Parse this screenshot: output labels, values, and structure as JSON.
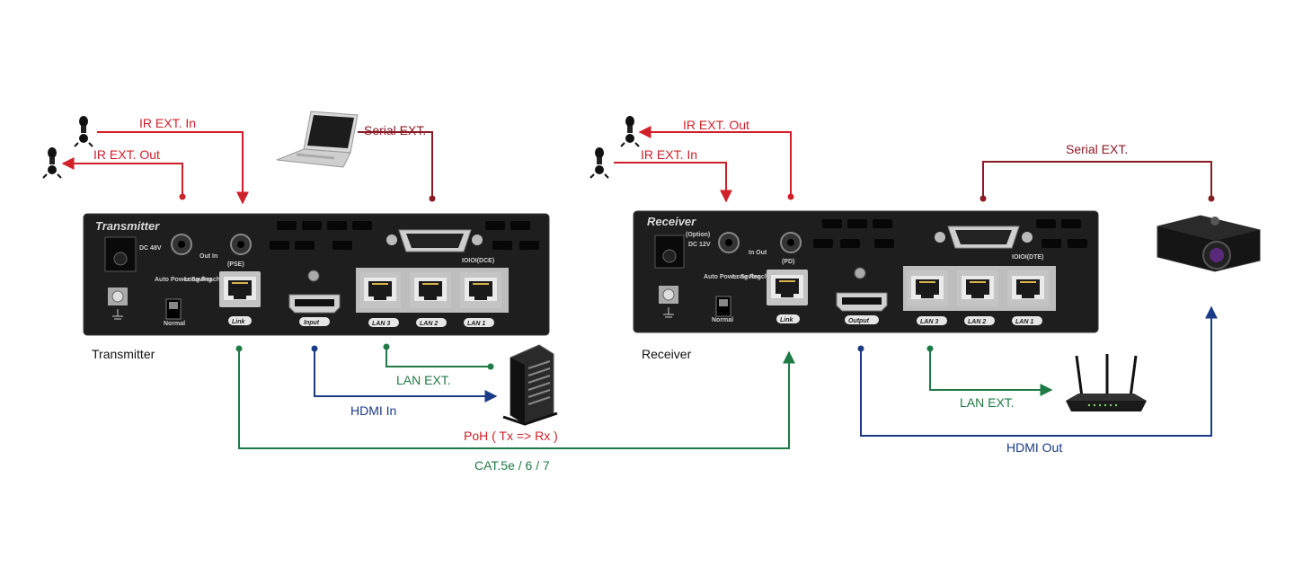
{
  "colors": {
    "ir": "#d0202a",
    "serial": "#8a1a24",
    "lan": "#1f7a45",
    "hdmi": "#1a3c86",
    "panel": "#1e1e1e",
    "panel_text": "#d9d9d9"
  },
  "transmitter": {
    "caption": "Transmitter",
    "panel_title": "Transmitter",
    "dc_label": "DC 48V",
    "ir_label": "Out In",
    "link_port_label": "(PSE)",
    "switch_top_left": "Auto Power Saving",
    "switch_top_right": "Long Reach",
    "switch_bottom": "Normal",
    "serial_port_label": "IOIOI(DCE)",
    "port_tags": [
      "Link",
      "Input",
      "LAN 3",
      "LAN 2",
      "LAN 1"
    ],
    "lines": {
      "ir_in": "IR EXT. In",
      "ir_out": "IR EXT. Out",
      "serial": "Serial EXT.",
      "lan": "LAN EXT.",
      "hdmi": "HDMI In"
    }
  },
  "receiver": {
    "caption": "Receiver",
    "panel_title": "Receiver",
    "dc_label": "DC 12V",
    "dc_option": "(Option)",
    "ir_label": "In Out",
    "link_port_label": "(PD)",
    "switch_top_left": "Auto Power Saving",
    "switch_top_right": "Long Reach",
    "switch_bottom": "Normal",
    "serial_port_label": "IOIOI(DTE)",
    "port_tags": [
      "Link",
      "Output",
      "LAN 3",
      "LAN 2",
      "LAN 1"
    ],
    "lines": {
      "ir_out": "IR EXT. Out",
      "ir_in": "IR EXT. In",
      "serial": "Serial EXT.",
      "lan": "LAN EXT.",
      "hdmi": "HDMI Out"
    }
  },
  "link": {
    "poh": "PoH ( Tx => Rx )",
    "cable": "CAT.5e / 6 / 7"
  },
  "icons": [
    "ir-emitter-icon",
    "ir-receiver-icon",
    "laptop-icon",
    "server-icon",
    "router-icon",
    "projector-icon"
  ]
}
